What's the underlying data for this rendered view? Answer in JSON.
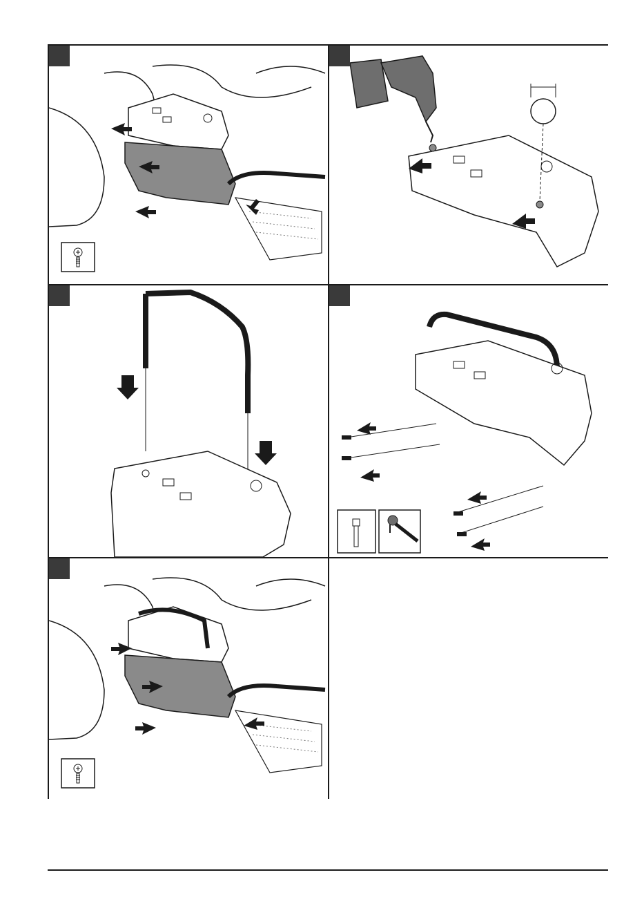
{
  "page": {
    "panels": [
      {
        "id": "panel-1",
        "step": "",
        "description": ""
      },
      {
        "id": "panel-2",
        "step": "",
        "description": ""
      },
      {
        "id": "panel-3",
        "step": "",
        "description": ""
      },
      {
        "id": "panel-4",
        "step": "",
        "description": ""
      },
      {
        "id": "panel-5",
        "step": "",
        "description": ""
      },
      {
        "id": "panel-6",
        "step": "",
        "description": ""
      }
    ],
    "colors": {
      "line": "#1a1a1a",
      "marker": "#3a3a3a",
      "cover_fill": "#8a8a8a",
      "drill_body": "#6e6e6e"
    },
    "icons": {
      "panel_1": "screw-icon",
      "panel_4_a": "hex-bolt-icon",
      "panel_4_b": "socket-wrench-icon",
      "panel_5": "screw-icon"
    }
  }
}
